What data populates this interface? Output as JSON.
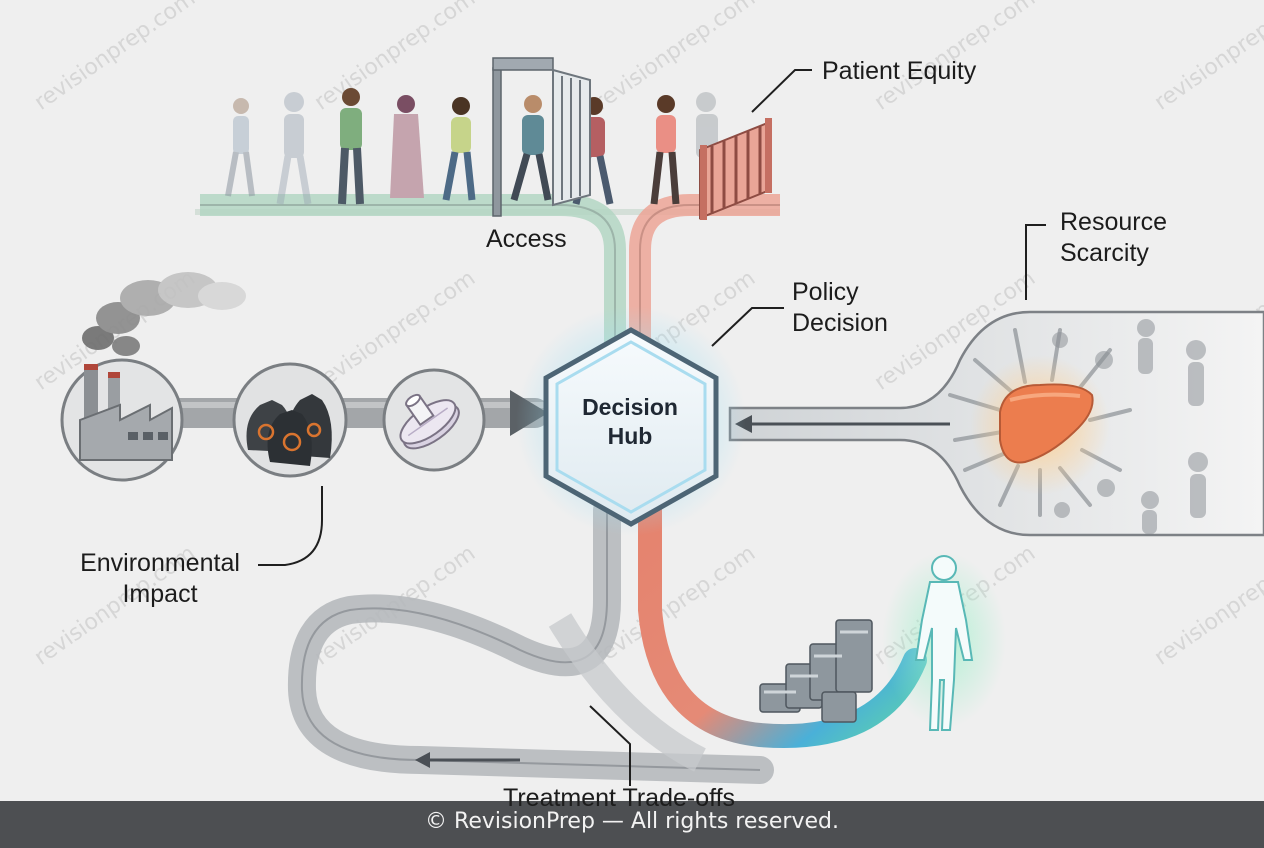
{
  "watermark": "revisionprep.com",
  "hub": {
    "line1": "Decision",
    "line2": "Hub"
  },
  "labels": {
    "patient_equity": "Patient Equity",
    "access": "Access",
    "policy_decision": [
      "Policy",
      "Decision"
    ],
    "resource_scarcity": [
      "Resource",
      "Scarcity"
    ],
    "environmental_impact": [
      "Environmental",
      "Impact"
    ],
    "treatment_tradeoffs": "Treatment Trade-offs"
  },
  "footer": "© RevisionPrep — All rights reserved.",
  "icons": [
    "factory-icon",
    "biohazard-waste-icon",
    "medical-filter-icon",
    "liver-organ-icon",
    "money-stacks-icon",
    "human-body-icon",
    "open-gate-icon",
    "closed-gate-icon"
  ],
  "colors": {
    "hub_glow": "#7fd6f2",
    "green_path": "#8fc4a8",
    "red_path": "#e58a76",
    "grey_path": "#a9acb0",
    "blue_end": "#4ab0d8",
    "footer_bg": "#4d4f52"
  }
}
